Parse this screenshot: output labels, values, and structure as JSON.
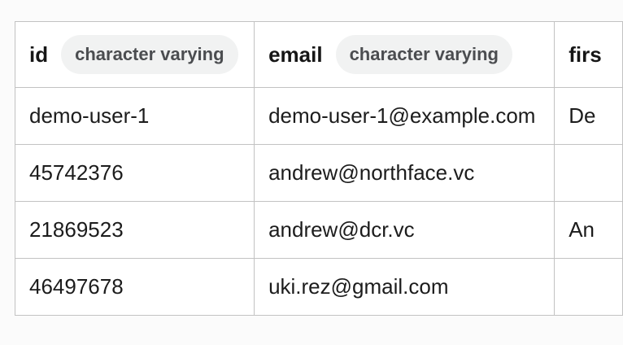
{
  "table": {
    "columns": [
      {
        "name": "id",
        "type": "character varying"
      },
      {
        "name": "email",
        "type": "character varying"
      },
      {
        "name": "firs",
        "type": ""
      }
    ],
    "rows": [
      {
        "id": "demo-user-1",
        "email": "demo-user-1@example.com",
        "first": "De"
      },
      {
        "id": "45742376",
        "email": "andrew@northface.vc",
        "first": ""
      },
      {
        "id": "21869523",
        "email": "andrew@dcr.vc",
        "first": "An"
      },
      {
        "id": "46497678",
        "email": "uki.rez@gmail.com",
        "first": ""
      }
    ]
  },
  "colors": {
    "border": "#c2c2c2",
    "badge_background": "#f1f2f2",
    "badge_text": "#4b4d50",
    "header_text": "#161616"
  }
}
